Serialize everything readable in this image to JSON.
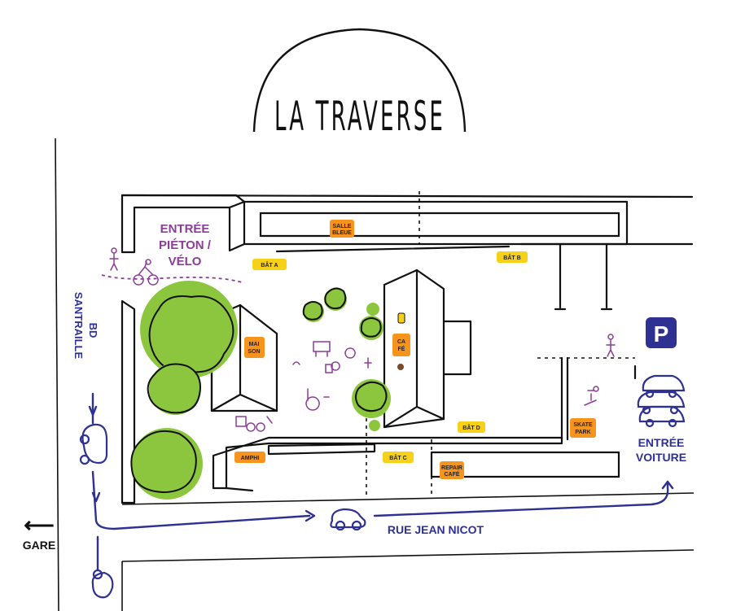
{
  "title": "LA TRAVERSE",
  "labels": {
    "entree_pieton_1": "ENTRÉE",
    "entree_pieton_2": "PIÉTON /",
    "entree_pieton_3": "VÉLO",
    "bd_1": "BD",
    "bd_2": "SANTRAILLE",
    "gare": "GARE",
    "gare_arrow": "⟵",
    "rue": "RUE JEAN NICOT",
    "entree_voiture_1": "ENTRÉE",
    "entree_voiture_2": "VOITURE",
    "parking": "P"
  },
  "tags": {
    "bat_a": "BÂT A",
    "bat_b": "BÂT B",
    "bat_c": "BÂT C",
    "bat_d": "BÂT D",
    "salle_1": "SALLE",
    "salle_2": "BLEUE",
    "maison_1": "MAI",
    "maison_2": "SON",
    "cafe_1": "CA",
    "cafe_2": "FÉ",
    "amphi": "AMPHI",
    "repair_1": "REPAIR",
    "repair_2": "CAFÉ",
    "skate_1": "SKATE",
    "skate_2": "PARK"
  },
  "colors": {
    "yellow": "#f7d117",
    "orange": "#f7941d",
    "green": "#8cc63f",
    "navy": "#2e3192",
    "purple": "#8a3d96"
  }
}
